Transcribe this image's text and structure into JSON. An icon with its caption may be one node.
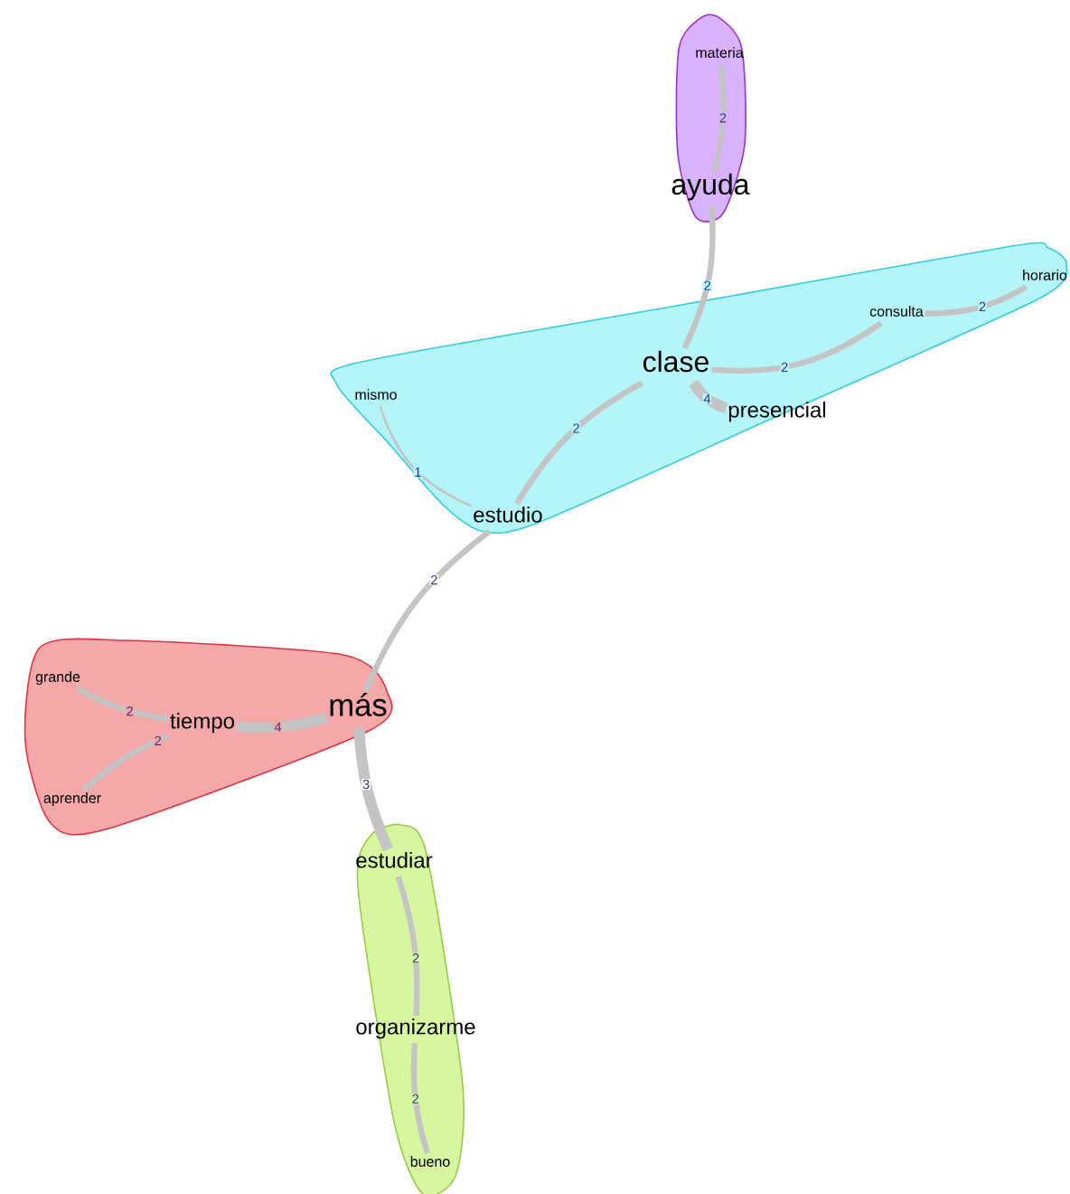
{
  "diagram": {
    "nodes": [
      {
        "text": [],
        "shape": "blob"
      },
      {
        "text": [
          "materia"
        ],
        "in": 0
      },
      {
        "text": [
          "ayuda"
        ],
        "in": 0
      },
      {
        "text": [],
        "shape": "blob"
      },
      {
        "text": [
          "clase"
        ],
        "in": 3
      },
      {
        "text": [
          "mismo"
        ],
        "in": 3
      },
      {
        "text": [
          "consulta"
        ],
        "in": 3
      },
      {
        "text": [
          "horario"
        ],
        "in": 3
      },
      {
        "text": [
          "presencial"
        ],
        "in": 3
      },
      {
        "text": [
          "estudio"
        ],
        "in": 3
      },
      {
        "text": [],
        "shape": "blob"
      },
      {
        "text": [
          "grande"
        ],
        "in": 10
      },
      {
        "text": [
          "tiempo"
        ],
        "in": 10
      },
      {
        "text": [
          "más"
        ],
        "in": 10
      },
      {
        "text": [
          "aprender"
        ],
        "in": 10
      },
      {
        "text": [],
        "shape": "blob"
      },
      {
        "text": [
          "estudiar"
        ],
        "in": 15
      },
      {
        "text": [
          "organizarme"
        ],
        "in": 15
      },
      {
        "text": [
          "bueno"
        ],
        "in": 15
      }
    ],
    "edges": [
      {
        "from": 1,
        "to": 2,
        "arrow": "none",
        "label": "2"
      },
      {
        "from": 2,
        "to": 4,
        "arrow": "none",
        "label": "2"
      },
      {
        "from": 4,
        "to": 9,
        "arrow": "none",
        "label": "2"
      },
      {
        "from": 5,
        "to": 9,
        "arrow": "none",
        "label": "1"
      },
      {
        "from": 4,
        "to": 6,
        "arrow": "none",
        "label": "2"
      },
      {
        "from": 6,
        "to": 7,
        "arrow": "none",
        "label": "2"
      },
      {
        "from": 4,
        "to": 8,
        "arrow": "none",
        "label": "4",
        "style": "thick"
      },
      {
        "from": 9,
        "to": 13,
        "arrow": "none",
        "label": "2"
      },
      {
        "from": 13,
        "to": 12,
        "arrow": "none",
        "label": "4",
        "style": "thick"
      },
      {
        "from": 12,
        "to": 11,
        "arrow": "none",
        "label": "2"
      },
      {
        "from": 12,
        "to": 14,
        "arrow": "none",
        "label": "2"
      },
      {
        "from": 13,
        "to": 16,
        "arrow": "none",
        "label": "3",
        "style": "thick"
      },
      {
        "from": 16,
        "to": 17,
        "arrow": "none",
        "label": "2"
      },
      {
        "from": 17,
        "to": 18,
        "arrow": "none",
        "label": "2"
      }
    ]
  }
}
